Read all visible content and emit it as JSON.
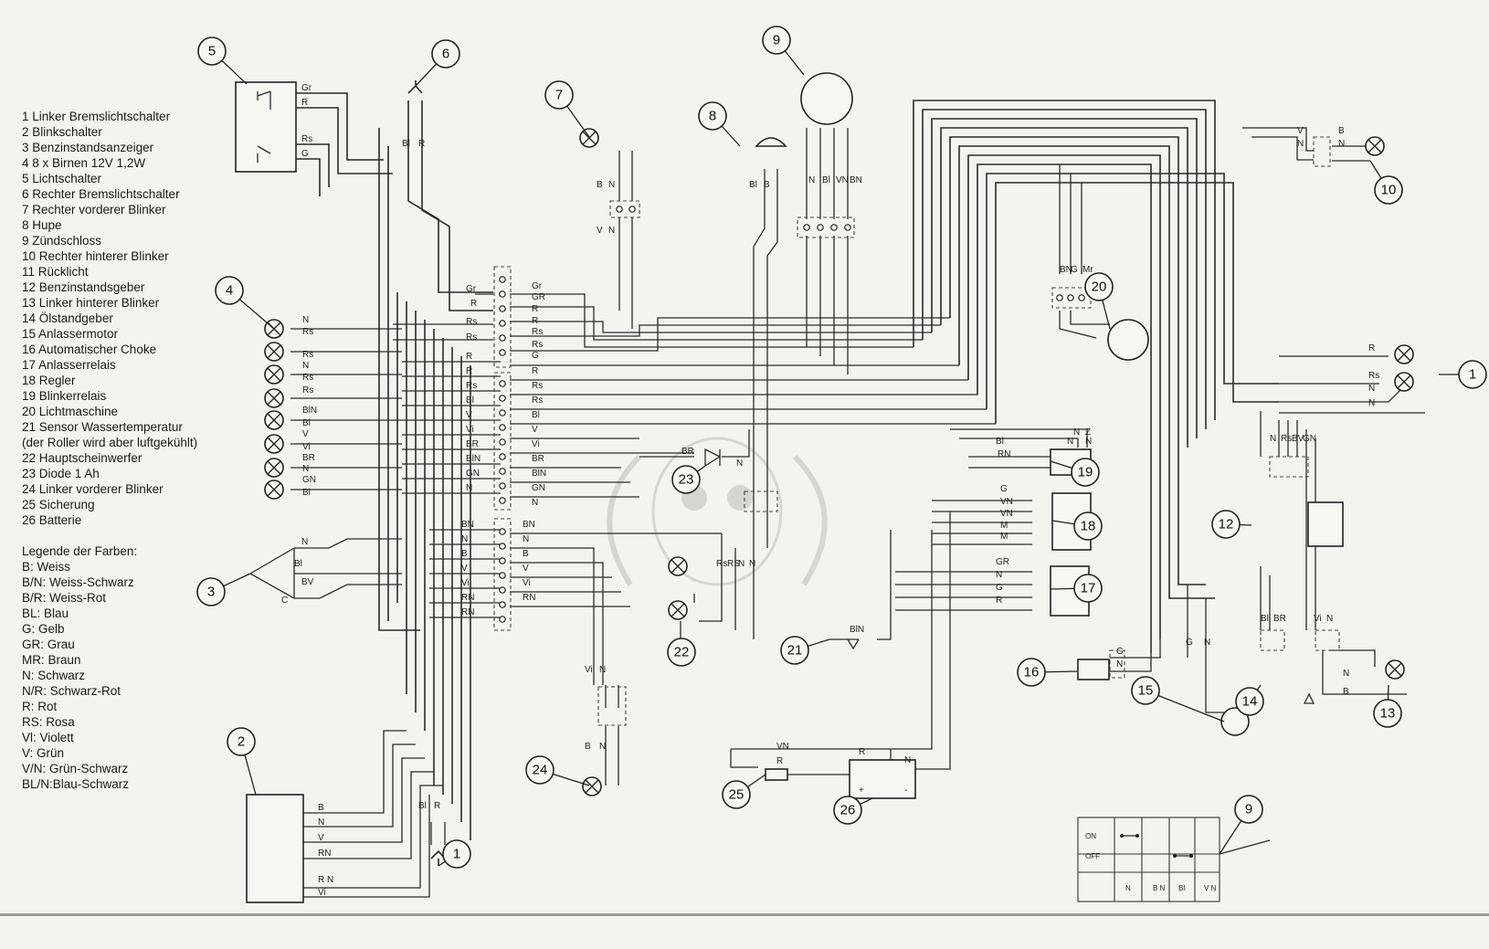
{
  "legend": {
    "components": [
      " 1 Linker Bremslichtschalter",
      " 2  Blinkschalter",
      " 3  Benzinstandsanzeiger",
      " 4  8 x Birnen 12V 1,2W",
      " 5  Lichtschalter",
      " 6  Rechter Bremslichtschalter",
      " 7  Rechter vorderer Blinker",
      " 8  Hupe",
      " 9  Zündschloss",
      "10 Rechter hinterer Blinker",
      "11 Rücklicht",
      "12 Benzinstandsgeber",
      "13 Linker hinterer Blinker",
      "14 Ölstandgeber",
      "15 Anlassermotor",
      "16 Automatischer Choke",
      "17 Anlasserrelais",
      "18 Regler",
      "19 Blinkerrelais",
      "20 Lichtmaschine",
      "21 Sensor Wassertemperatur",
      "(der Roller wird aber luftgekühlt)",
      "22 Hauptscheinwerfer",
      "23 Diode 1 Ah",
      "24 Linker vorderer Blinker",
      "25 Sicherung",
      "26 Batterie"
    ],
    "colors_title": "Legende der Farben:",
    "colors": [
      "B:    Weiss",
      "B/N: Weiss-Schwarz",
      "B/R: Weiss-Rot",
      "BL:  Blau",
      "G:    Gelb",
      "GR:  Grau",
      "MR:  Braun",
      "N:    Schwarz",
      "N/R: Schwarz-Rot",
      "R:    Rot",
      "RS:  Rosa",
      "Vl:   Violett",
      "V:    Grün",
      "V/N: Grün-Schwarz",
      "BL/N:Blau-Schwarz"
    ]
  },
  "components": [
    {
      "id": "1",
      "label": "1"
    },
    {
      "id": "2",
      "label": "2"
    },
    {
      "id": "3",
      "label": "3"
    },
    {
      "id": "4",
      "label": "4"
    },
    {
      "id": "5",
      "label": "5"
    },
    {
      "id": "6",
      "label": "6"
    },
    {
      "id": "7",
      "label": "7"
    },
    {
      "id": "8",
      "label": "8"
    },
    {
      "id": "9",
      "label": "9"
    },
    {
      "id": "9b",
      "label": "9"
    },
    {
      "id": "10",
      "label": "10"
    },
    {
      "id": "11",
      "label": "1"
    },
    {
      "id": "12",
      "label": "12"
    },
    {
      "id": "13",
      "label": "13"
    },
    {
      "id": "14",
      "label": "14"
    },
    {
      "id": "15",
      "label": "15"
    },
    {
      "id": "16",
      "label": "16"
    },
    {
      "id": "17",
      "label": "17"
    },
    {
      "id": "18",
      "label": "18"
    },
    {
      "id": "19",
      "label": "19"
    },
    {
      "id": "20",
      "label": "20"
    },
    {
      "id": "21",
      "label": "21"
    },
    {
      "id": "22",
      "label": "22"
    },
    {
      "id": "23",
      "label": "23"
    },
    {
      "id": "24",
      "label": "24"
    },
    {
      "id": "25",
      "label": "25"
    },
    {
      "id": "26",
      "label": "26"
    }
  ],
  "wire_labels": {
    "sw5": [
      "Gr",
      "R",
      "Rs",
      "G"
    ],
    "sw6": [
      "Bl",
      "R"
    ],
    "c_top": [
      "Gr",
      "R",
      "Rs",
      "Rs"
    ],
    "c_top_r": [
      "Gr",
      "GR",
      "R",
      "R",
      "Rs",
      "Rs",
      "G"
    ],
    "c_mid_l": [
      "R",
      "R",
      "Rs",
      "Bl",
      "V",
      "Vi",
      "BR",
      "BlN",
      "GN",
      "N"
    ],
    "c_mid_r": [
      "R",
      "Rs",
      "Rs",
      "Bl",
      "V",
      "Vi",
      "BR",
      "BlN",
      "GN",
      "N"
    ],
    "c_low_l": [
      "BN",
      "N",
      "B",
      "V",
      "Vi",
      "RN",
      "RN"
    ],
    "c_low_r": [
      "BN",
      "N",
      "B",
      "V",
      "Vi",
      "RN"
    ],
    "lamps4": [
      "N",
      "Rs",
      "Rs",
      "N",
      "Rs",
      "Rs",
      "BlN",
      "Bl",
      "V",
      "Vi",
      "BR",
      "N",
      "GN",
      "Bl"
    ],
    "sensor3": [
      "N",
      "Bl",
      "BV",
      "C"
    ],
    "sw2": [
      "B",
      "N",
      "V",
      "RN",
      "R N",
      "Vi"
    ],
    "sw1": [
      "Bl",
      "R"
    ],
    "c7": [
      "B",
      "N",
      "V",
      "N"
    ],
    "c8": [
      "Bl",
      "B"
    ],
    "c9": [
      "N",
      "Bl",
      "VN",
      "BN"
    ],
    "c20": [
      "BN",
      "G",
      "Mr"
    ],
    "c10": [
      "V",
      "N",
      "B",
      "N"
    ],
    "c11": [
      "R",
      "Rs",
      "N",
      "N"
    ],
    "c12": [
      "N",
      "Rs",
      "BV",
      "GN"
    ],
    "c19": [
      "N",
      "N",
      "Z",
      "N",
      "Bl",
      "RN"
    ],
    "c18": [
      "G",
      "VN",
      "VN",
      "M",
      "M"
    ],
    "c17": [
      "GR",
      "N",
      "G",
      "R"
    ],
    "c16": [
      "G",
      "N"
    ],
    "c15": [
      "G",
      "N"
    ],
    "c14": [
      "Bl",
      "BR"
    ],
    "c13": [
      "Vi",
      "N",
      "N",
      "B"
    ],
    "c21": [
      "BlN"
    ],
    "c22": [
      "Rs",
      "RS",
      "N",
      "N"
    ],
    "c23": [
      "BR",
      "N"
    ],
    "c24": [
      "Vi",
      "N",
      "B",
      "N"
    ],
    "c25": [
      "VN",
      "R"
    ],
    "c26": [
      "R",
      "N",
      "+",
      "-"
    ]
  },
  "ignition_table": {
    "rows": [
      "ON",
      "OFF"
    ],
    "cols": [
      "N",
      "B N",
      "Bl",
      "V N"
    ]
  }
}
